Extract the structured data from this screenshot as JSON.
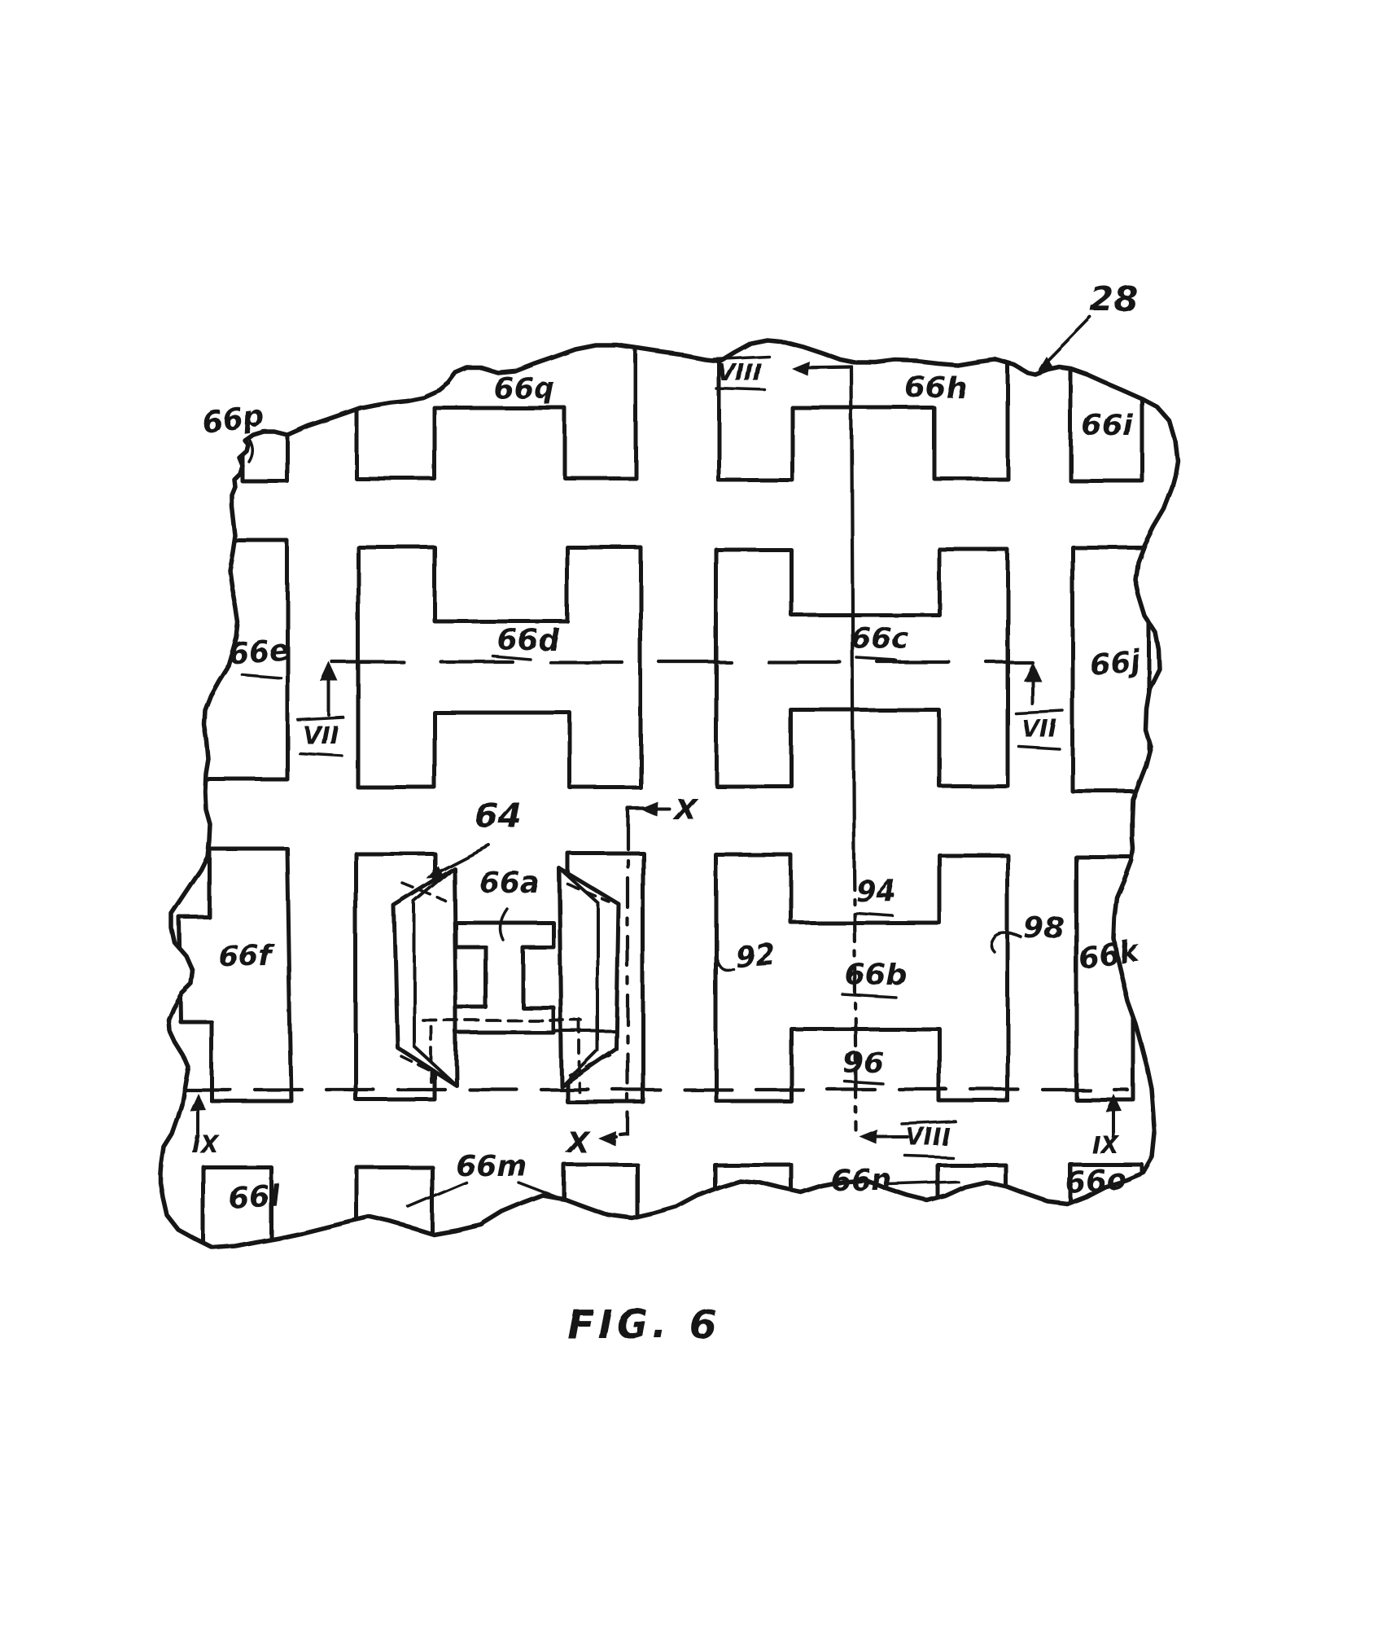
{
  "figure": {
    "caption": "FIG. 6"
  },
  "reference_numerals": {
    "substrate": "28",
    "structure_64": "64",
    "cell_66a": "66a",
    "cell_66b": "66b",
    "cell_66c": "66c",
    "cell_66d": "66d",
    "cell_66e": "66e",
    "cell_66f": "66f",
    "cell_66h": "66h",
    "cell_66i": "66i",
    "cell_66j": "66j",
    "cell_66k": "66k",
    "cell_66l": "66l",
    "cell_66m": "66m",
    "cell_66n": "66n",
    "cell_66o": "66o",
    "cell_66p": "66p",
    "cell_66q": "66q",
    "region_92": "92",
    "region_94": "94",
    "region_96": "96",
    "region_98": "98"
  },
  "section_markers": {
    "vii": "VII",
    "viii": "VIII",
    "ix": "IX",
    "x": "X"
  }
}
